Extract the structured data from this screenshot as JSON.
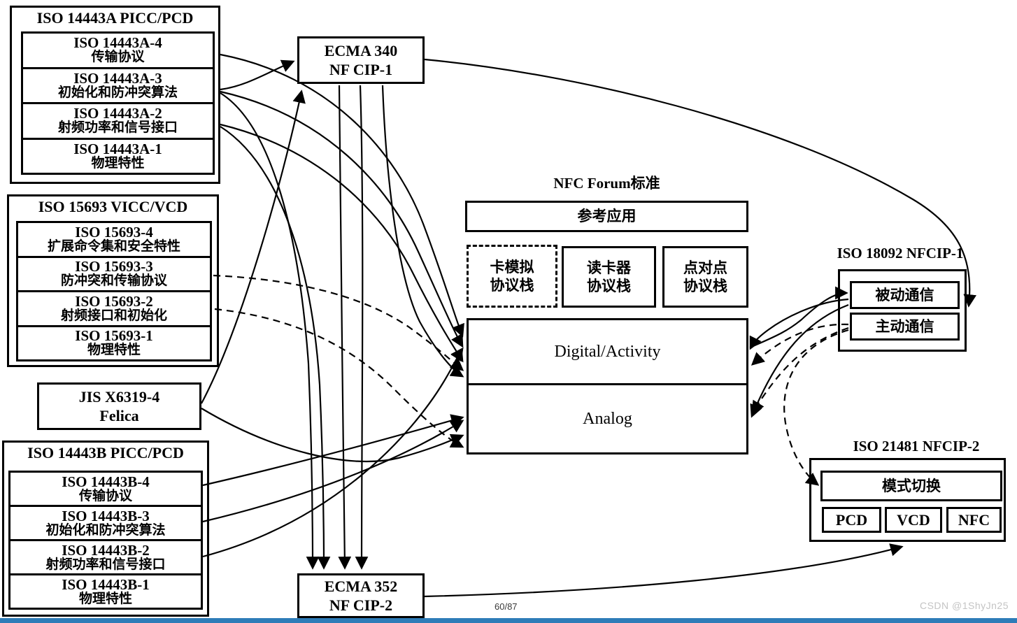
{
  "page": {
    "footer_page": "60/87",
    "watermark": "CSDN @1ShyJn25",
    "accent_bar_color": "#2e7cb8"
  },
  "iso14443a": {
    "title": "ISO 14443A PICC/PCD",
    "layers": [
      {
        "name": "ISO 14443A-4",
        "desc": "传输协议"
      },
      {
        "name": "ISO 14443A-3",
        "desc": "初始化和防冲突算法"
      },
      {
        "name": "ISO 14443A-2",
        "desc": "射频功率和信号接口"
      },
      {
        "name": "ISO 14443A-1",
        "desc": "物理特性"
      }
    ]
  },
  "iso15693": {
    "title": "ISO 15693 VICC/VCD",
    "layers": [
      {
        "name": "ISO 15693-4",
        "desc": "扩展命令集和安全特性"
      },
      {
        "name": "ISO 15693-3",
        "desc": "防冲突和传输协议"
      },
      {
        "name": "ISO 15693-2",
        "desc": "射频接口和初始化"
      },
      {
        "name": "ISO 15693-1",
        "desc": "物理特性"
      }
    ]
  },
  "jis": {
    "name": "JIS X6319-4",
    "desc": "Felica"
  },
  "iso14443b": {
    "title": "ISO 14443B PICC/PCD",
    "layers": [
      {
        "name": "ISO 14443B-4",
        "desc": "传输协议"
      },
      {
        "name": "ISO 14443B-3",
        "desc": "初始化和防冲突算法"
      },
      {
        "name": "ISO 14443B-2",
        "desc": "射频功率和信号接口"
      },
      {
        "name": "ISO 14443B-1",
        "desc": "物理特性"
      }
    ]
  },
  "ecma340": {
    "line1": "ECMA 340",
    "line2": "NF CIP-1"
  },
  "ecma352": {
    "line1": "ECMA 352",
    "line2": "NF CIP-2"
  },
  "nfc_forum": {
    "title": "NFC Forum标准",
    "reference_app": "参考应用",
    "stacks": [
      {
        "line1": "卡模拟",
        "line2": "协议栈"
      },
      {
        "line1": "读卡器",
        "line2": "协议栈"
      },
      {
        "line1": "点对点",
        "line2": "协议栈"
      }
    ],
    "digital": "Digital/Activity",
    "analog": "Analog"
  },
  "iso18092": {
    "title": "ISO 18092 NFCIP-1",
    "passive": "被动通信",
    "active": "主动通信"
  },
  "iso21481": {
    "title": "ISO 21481 NFCIP-2",
    "mode_switch": "模式切换",
    "modes": [
      "PCD",
      "VCD",
      "NFC"
    ]
  }
}
